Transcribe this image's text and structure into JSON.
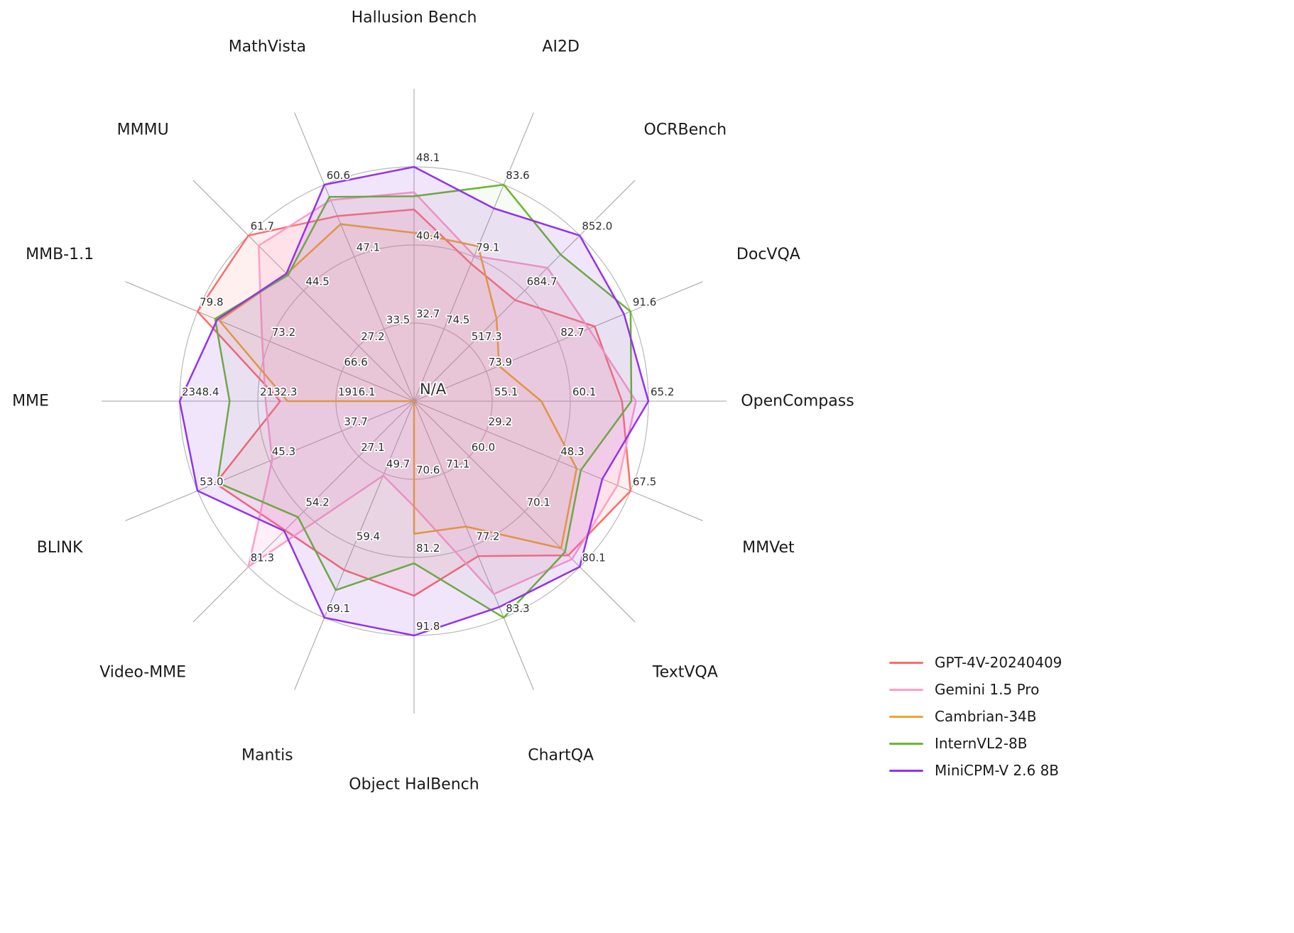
{
  "chart_data": {
    "type": "radar",
    "center_label": "N/A",
    "grid": true,
    "legend_position": "bottom-right",
    "ring_fractions": [
      0.3333,
      0.6667,
      1.0
    ],
    "axes": [
      {
        "name": "Hallusion Bench",
        "min": 25.0,
        "rings": [
          "32.7",
          "40.4",
          "48.1"
        ]
      },
      {
        "name": "AI2D",
        "min": 69.9,
        "rings": [
          "74.5",
          "79.1",
          "83.6"
        ]
      },
      {
        "name": "OCRBench",
        "min": 349.9,
        "rings": [
          "517.3",
          "684.7",
          "852.0"
        ]
      },
      {
        "name": "DocVQA",
        "min": 65.1,
        "rings": [
          "73.9",
          "82.7",
          "91.6"
        ]
      },
      {
        "name": "OpenCompass",
        "min": 50.1,
        "rings": [
          "55.1",
          "60.1",
          "65.2"
        ]
      },
      {
        "name": "MMVet",
        "min": 10.1,
        "rings": [
          "29.2",
          "48.3",
          "67.5"
        ]
      },
      {
        "name": "TextVQA",
        "min": 49.9,
        "rings": [
          "60.0",
          "70.1",
          "80.1"
        ]
      },
      {
        "name": "ChartQA",
        "min": 65.0,
        "rings": [
          "71.1",
          "77.2",
          "83.3"
        ]
      },
      {
        "name": "Object HalBench",
        "min": 60.0,
        "rings": [
          "70.6",
          "81.2",
          "91.8"
        ]
      },
      {
        "name": "Mantis",
        "min": 40.0,
        "rings": [
          "49.7",
          "59.4",
          "69.1"
        ]
      },
      {
        "name": "Video-MME",
        "min": 0.0,
        "rings": [
          "27.1",
          "54.2",
          "81.3"
        ]
      },
      {
        "name": "BLINK",
        "min": 30.1,
        "rings": [
          "37.7",
          "45.3",
          "53.0"
        ]
      },
      {
        "name": "MME",
        "min": 1699.9,
        "rings": [
          "1916.1",
          "2132.3",
          "2348.4"
        ]
      },
      {
        "name": "MMB-1.1",
        "min": 60.0,
        "rings": [
          "66.6",
          "73.2",
          "79.8"
        ]
      },
      {
        "name": "MMMU",
        "min": 9.9,
        "rings": [
          "27.2",
          "44.5",
          "61.7"
        ]
      },
      {
        "name": "MathVista",
        "min": 19.9,
        "rings": [
          "33.5",
          "47.1",
          "60.6"
        ]
      }
    ],
    "series": [
      {
        "name": "GPT-4V-20240409",
        "color": "#ff6b6b",
        "values": [
          43.9,
          78.6,
          656.0,
          87.2,
          63.5,
          67.5,
          78.0,
          78.1,
          86.4,
          62.7,
          63.3,
          51.1,
          2070.2,
          79.8,
          61.7,
          54.7
        ]
      },
      {
        "name": "Gemini 1.5 Pro",
        "color": "#ff9ec9",
        "values": [
          45.6,
          79.1,
          754.0,
          86.5,
          64.4,
          64.0,
          78.7,
          81.3,
          74.3,
          50.0,
          81.3,
          45.1,
          2110.6,
          73.9,
          58.5,
          57.7
        ]
      },
      {
        "name": "Cambrian-34B",
        "color": "#f4a232",
        "values": [
          41.6,
          79.7,
          600.0,
          75.5,
          58.3,
          53.2,
          76.7,
          75.6,
          78.0,
          null,
          null,
          null,
          2049.9,
          77.8,
          49.7,
          53.2
        ]
      },
      {
        "name": "InternVL2-8B",
        "color": "#6ab72e",
        "values": [
          45.2,
          83.6,
          794.0,
          91.6,
          64.1,
          54.3,
          77.4,
          83.3,
          82.0,
          65.4,
          56.9,
          50.9,
          2210.3,
          78.2,
          49.3,
          58.3
        ]
      },
      {
        "name": "MiniCPM-V 2.6 8B",
        "color": "#9333ea",
        "values": [
          48.1,
          82.1,
          852.0,
          90.8,
          65.2,
          60.0,
          80.1,
          82.4,
          91.8,
          69.1,
          63.7,
          53.0,
          2348.4,
          78.0,
          49.8,
          60.6
        ]
      }
    ]
  }
}
